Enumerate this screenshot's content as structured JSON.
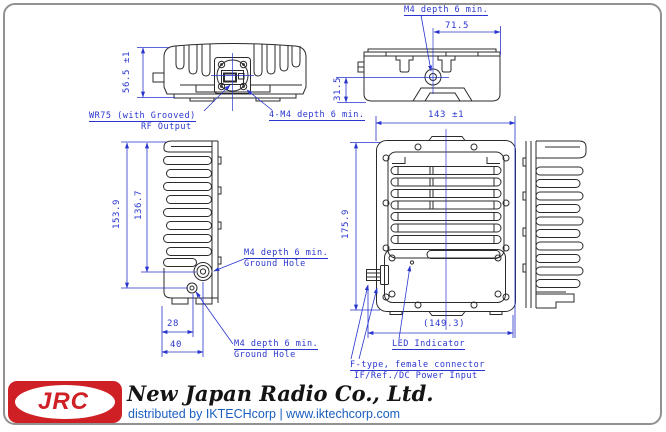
{
  "callouts": {
    "m4_top": "M4 depth 6 min.",
    "wr75": "WR75 (with Grooved)",
    "rf_output": "RF Output",
    "four_m4": "4-M4 depth 6 min.",
    "ground_mid_1": "M4 depth 6 min.",
    "ground_mid_2": "Ground Hole",
    "ground_bot_1": "M4 depth 6 min.",
    "ground_bot_2": "Ground Hole",
    "led": "LED Indicator",
    "ftype_1": "F-type, female connector",
    "ftype_2": "IF/Ref./DC Power Input"
  },
  "dimensions": {
    "end_height": "56.5 ±1",
    "hole_from_right": "71.5",
    "hole_from_bottom": "31.5",
    "body_width": "143 ±1",
    "total_height": "153.9",
    "inner_height": "136.7",
    "front_height": "175.9",
    "small_hole_x": "28",
    "big_hole_x": "40",
    "overall_width": "(149.3)"
  },
  "footer": {
    "logo_text": "JRC",
    "company_name": "New Japan Radio Co., Ltd.",
    "distributor_line": "distributed by IKTECHcorp | www.iktechcorp.com"
  },
  "colors": {
    "dimension_blue": "#2935cd",
    "drawing_line": "#2b2b2b",
    "logo_red": "#cf2026",
    "distributor_blue": "#1a5fc0"
  }
}
